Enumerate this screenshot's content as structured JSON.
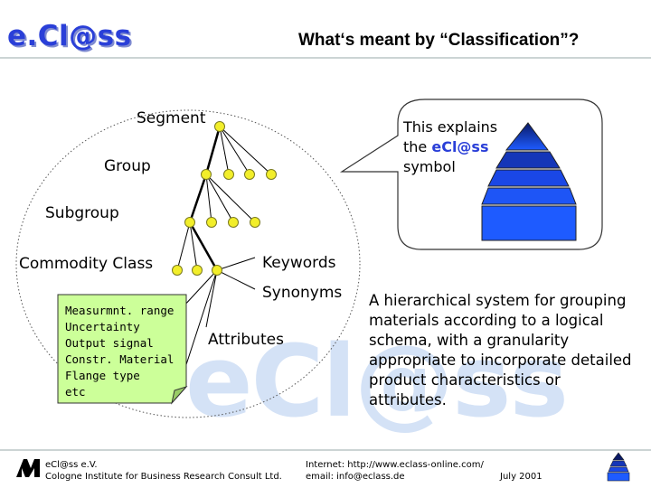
{
  "header": {
    "logo_text": "e.Cl@ss",
    "title": "What‘s meant by “Classification”?"
  },
  "watermark_text": "eCl@ss",
  "hierarchy": {
    "segment": "Segment",
    "group": "Group",
    "subgroup": "Subgroup",
    "commodity_class": "Commodity Class"
  },
  "properties": {
    "keywords": "Keywords",
    "synonyms": "Synonyms",
    "attributes": "Attributes"
  },
  "attribute_note": {
    "lines": [
      "Measurmnt. range",
      "Uncertainty",
      "Output signal",
      "Constr. Material",
      "Flange type",
      "etc"
    ]
  },
  "callout": {
    "line1": "This explains",
    "line2_prefix": "the ",
    "line2_brand": "eCl@ss",
    "line3": "symbol"
  },
  "description": "A hierarchical system for grouping materials according to a logical schema, with a granularity appropriate to incorporate detailed product characteristics or attributes.",
  "footer": {
    "org_name": "eCl@ss e.V.",
    "org_sub": "Cologne Institute for Business Research Consult Ltd.",
    "internet": "Internet: http://www.eclass-online.com/",
    "email": "email: info@eclass.de",
    "date": "July 2001"
  },
  "colors": {
    "brand_blue": "#2a3fd8",
    "node_yellow": "#f2ee2a",
    "note_green": "#ccff99",
    "pyramid_top": "#0a1a66",
    "pyramid_bottom": "#1e5bff"
  }
}
